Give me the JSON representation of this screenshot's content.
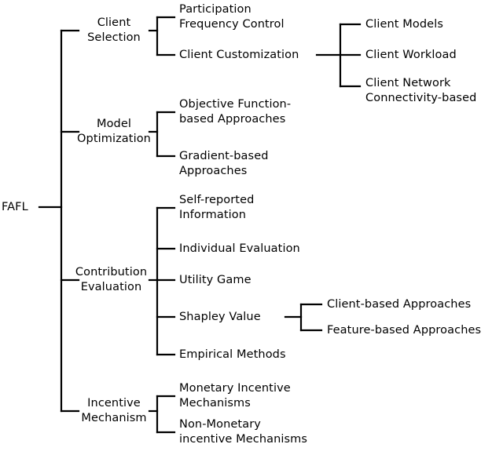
{
  "diagram": {
    "type": "tree-taxonomy",
    "orientation": "left-to-right",
    "root": {
      "label": "FAFL"
    },
    "branches": [
      {
        "label": "Client\nSelection",
        "children": [
          {
            "label": "Participation\nFrequency Control",
            "children": []
          },
          {
            "label": "Client Customization",
            "children": [
              {
                "label": "Client Models"
              },
              {
                "label": "Client Workload"
              },
              {
                "label": "Client Network\nConnectivity-based"
              }
            ]
          }
        ]
      },
      {
        "label": "Model\nOptimization",
        "children": [
          {
            "label": "Objective Function-\nbased Approaches",
            "children": []
          },
          {
            "label": "Gradient-based\nApproaches",
            "children": []
          }
        ]
      },
      {
        "label": "Contribution\nEvaluation",
        "children": [
          {
            "label": "Self-reported\nInformation",
            "children": []
          },
          {
            "label": "Individual Evaluation",
            "children": []
          },
          {
            "label": "Utility Game",
            "children": []
          },
          {
            "label": "Shapley Value",
            "children": [
              {
                "label": "Client-based Approaches"
              },
              {
                "label": "Feature-based Approaches"
              }
            ]
          },
          {
            "label": "Empirical Methods",
            "children": []
          }
        ]
      },
      {
        "label": "Incentive\nMechanism",
        "children": [
          {
            "label": "Monetary Incentive\nMechanisms",
            "children": []
          },
          {
            "label": "Non-Monetary\nincentive Mechanisms",
            "children": []
          }
        ]
      }
    ]
  },
  "style": {
    "line_color": "#000000",
    "text_color": "#000000",
    "background": "#ffffff"
  }
}
